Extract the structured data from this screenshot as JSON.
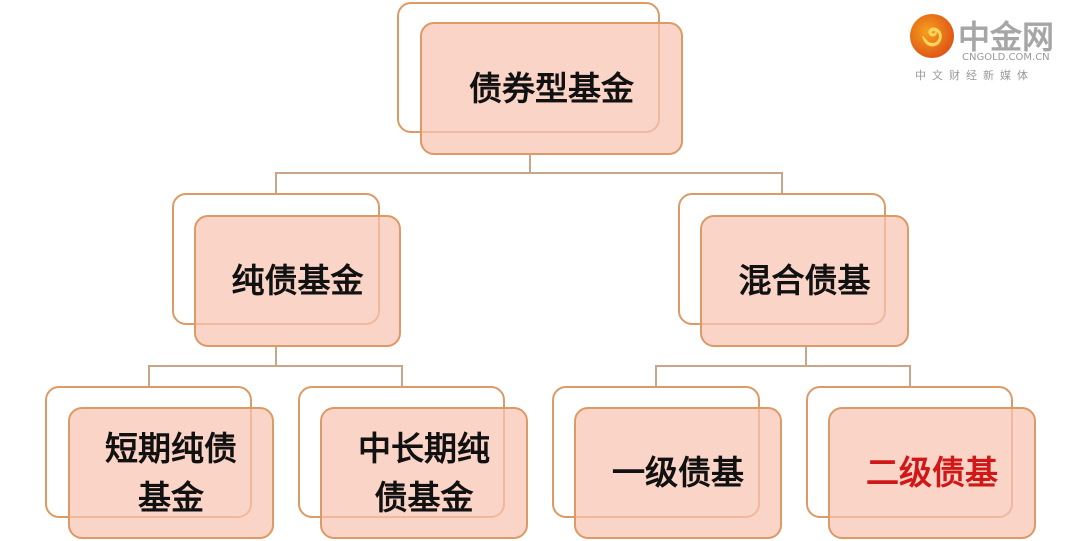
{
  "root": {
    "label": "债券型基金"
  },
  "level2": [
    {
      "label": "纯债基金"
    },
    {
      "label": "混合债基"
    }
  ],
  "leaves": [
    {
      "label": "短期纯债基金"
    },
    {
      "label": "中长期纯债基金"
    },
    {
      "label": "一级债基"
    },
    {
      "label": "二级债基"
    }
  ],
  "watermark": {
    "name": "中金网",
    "site": "CNGOLD.COM.CN",
    "slogan": "中文财经新媒体"
  },
  "colors": {
    "box_fill": "#f8c4b2",
    "box_border": "#dc9a66",
    "highlight_text": "#d01818"
  }
}
